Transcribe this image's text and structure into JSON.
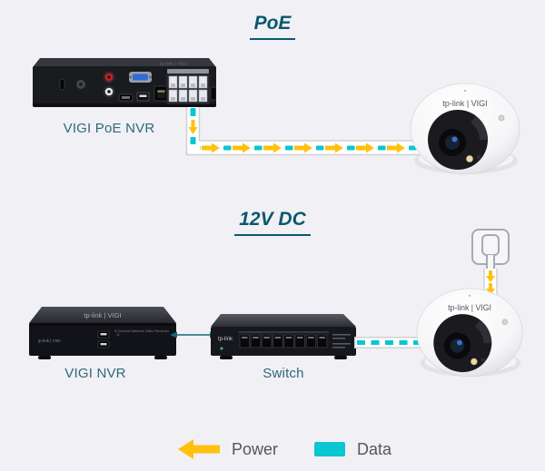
{
  "background": "#f1f0f5",
  "colors": {
    "power": "#ffc10d",
    "data": "#0ac6d2",
    "title_teal": "#09586c",
    "device_label_teal": "#2e6a79",
    "legend_text": "#56575b",
    "cable_outline": "#d0d0d6",
    "link_line": "#15687a"
  },
  "sections": {
    "poe": {
      "title": "PoE",
      "nvr": {
        "label": "VIGI PoE NVR",
        "brand": "tp-link | VIGI"
      },
      "camera": {
        "brand": "tp-link | VIGI"
      },
      "cable": {
        "carries": [
          "power",
          "data"
        ],
        "direction": "nvr-to-camera"
      }
    },
    "dc12v": {
      "title": "12V DC",
      "nvr": {
        "label": "VIGI NVR",
        "brand": "tp-link | VIGI",
        "front_text": "8-Channel Network Video Recorder"
      },
      "switch": {
        "label": "Switch",
        "brand": "tp-link"
      },
      "camera": {
        "brand": "tp-link | VIGI"
      },
      "power_source": {
        "icon": "power-plug-icon",
        "carries": [
          "power"
        ]
      },
      "data_cable": {
        "carries": [
          "data"
        ]
      }
    }
  },
  "legend": {
    "power": {
      "symbol": "left-arrow",
      "label": "Power"
    },
    "data": {
      "symbol": "bar",
      "label": "Data"
    }
  }
}
